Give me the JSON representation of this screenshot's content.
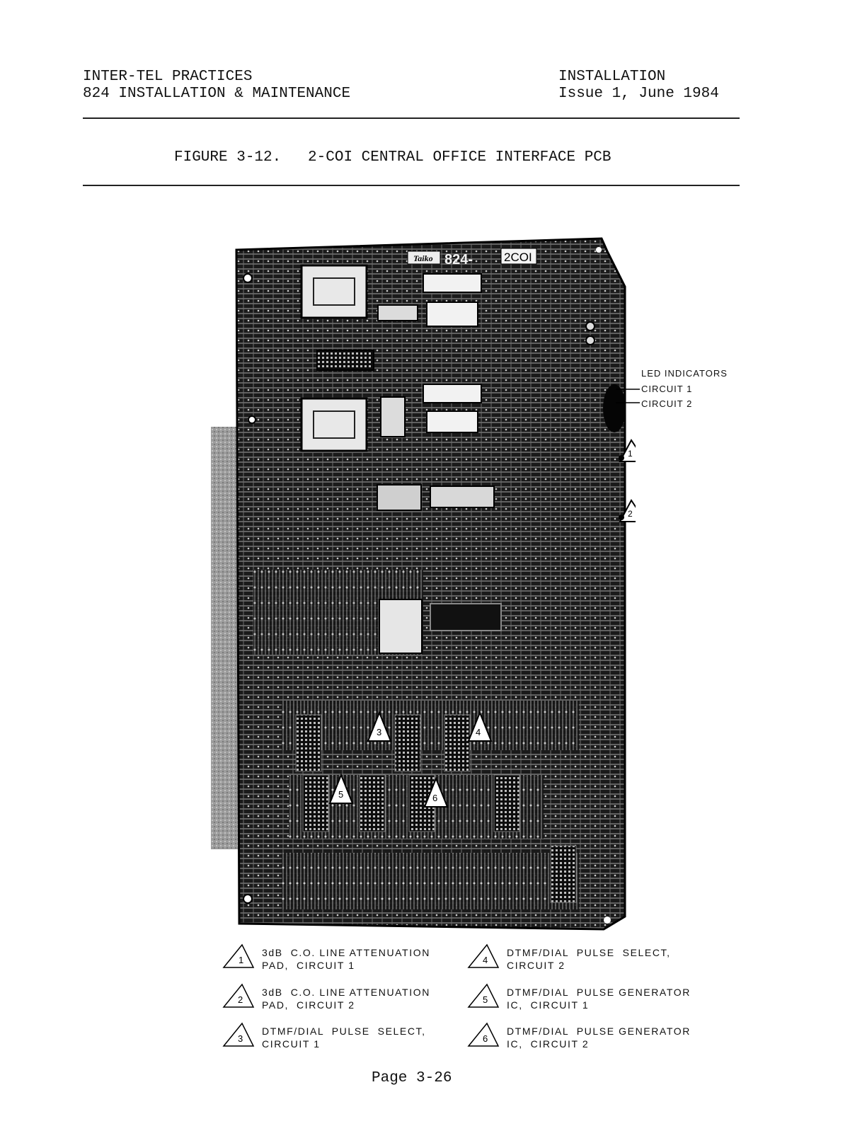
{
  "header": {
    "left_line1": "INTER-TEL PRACTICES",
    "left_line2": "824 INSTALLATION & MAINTENANCE",
    "right_line1": "INSTALLATION",
    "right_line2": "Issue 1, June 1984"
  },
  "figure": {
    "title": "FIGURE 3-12.   2-COI CENTRAL OFFICE INTERFACE PCB",
    "board_label": "824-",
    "board_label_box": "2COI",
    "board_brand": "Taiko"
  },
  "callouts": {
    "led_title": "LED INDICATORS",
    "led_circuit_1": "CIRCUIT 1",
    "led_circuit_2": "CIRCUIT 2",
    "marker_1": "1",
    "marker_2": "2",
    "marker_3": "3",
    "marker_4": "4",
    "marker_5": "5",
    "marker_6": "6"
  },
  "legend": [
    {
      "num": "1",
      "line1": "3dB  C.O. LINE ATTENUATION",
      "line2": "PAD,  CIRCUIT 1"
    },
    {
      "num": "2",
      "line1": "3dB  C.O. LINE ATTENUATION",
      "line2": "PAD,  CIRCUIT 2"
    },
    {
      "num": "3",
      "line1": "DTMF/DIAL  PULSE  SELECT,",
      "line2": "CIRCUIT 1"
    },
    {
      "num": "4",
      "line1": "DTMF/DIAL  PULSE  SELECT,",
      "line2": "CIRCUIT 2"
    },
    {
      "num": "5",
      "line1": "DTMF/DIAL  PULSE GENERATOR",
      "line2": "IC,  CIRCUIT 1"
    },
    {
      "num": "6",
      "line1": "DTMF/DIAL  PULSE GENERATOR",
      "line2": "IC,  CIRCUIT 2"
    }
  ],
  "footer": {
    "page": "Page 3-26"
  }
}
